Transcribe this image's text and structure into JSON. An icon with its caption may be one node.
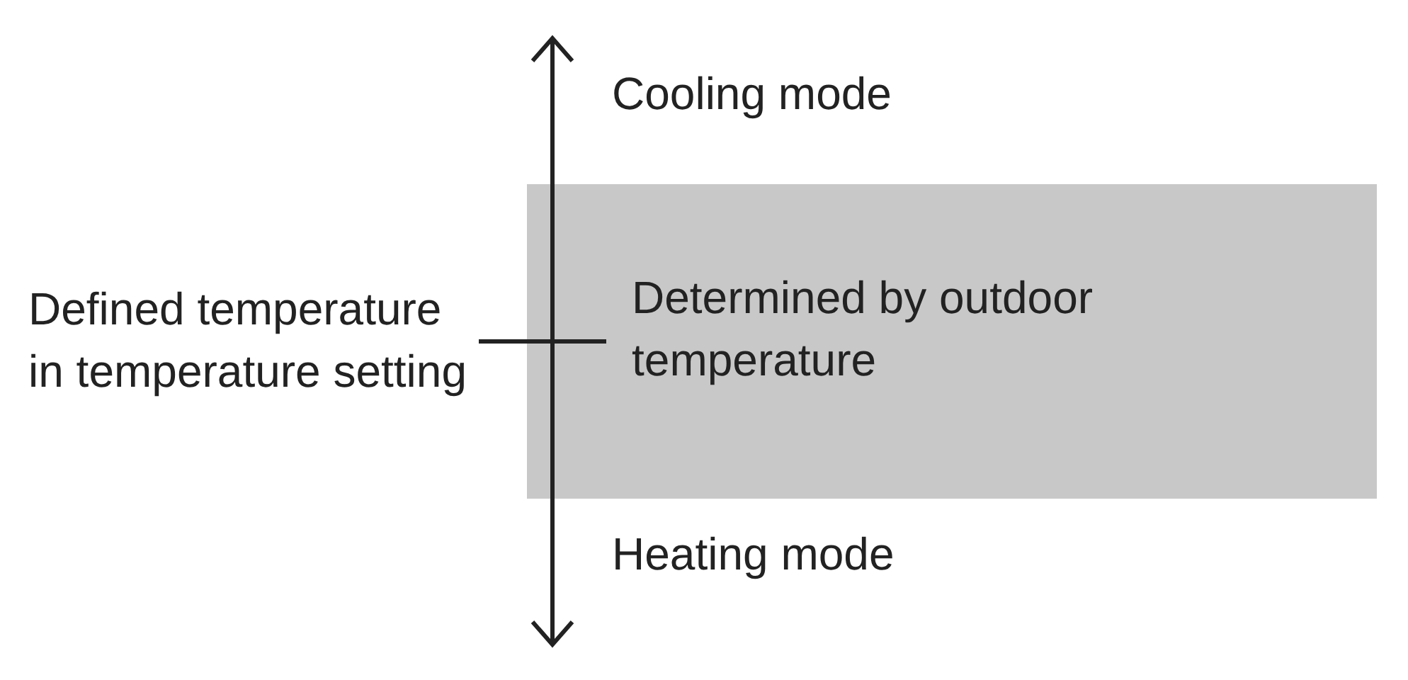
{
  "diagram": {
    "nodes": [
      {
        "text": [
          "Determined by outdoor temperature"
        ]
      },
      {
        "text": [
          "Defined temperature in temperature setting"
        ]
      }
    ],
    "edges": [
      {
        "from": 1,
        "to": 0,
        "arrow": "none"
      }
    ],
    "labels": [
      "Cooling mode",
      "Heating mode"
    ]
  }
}
